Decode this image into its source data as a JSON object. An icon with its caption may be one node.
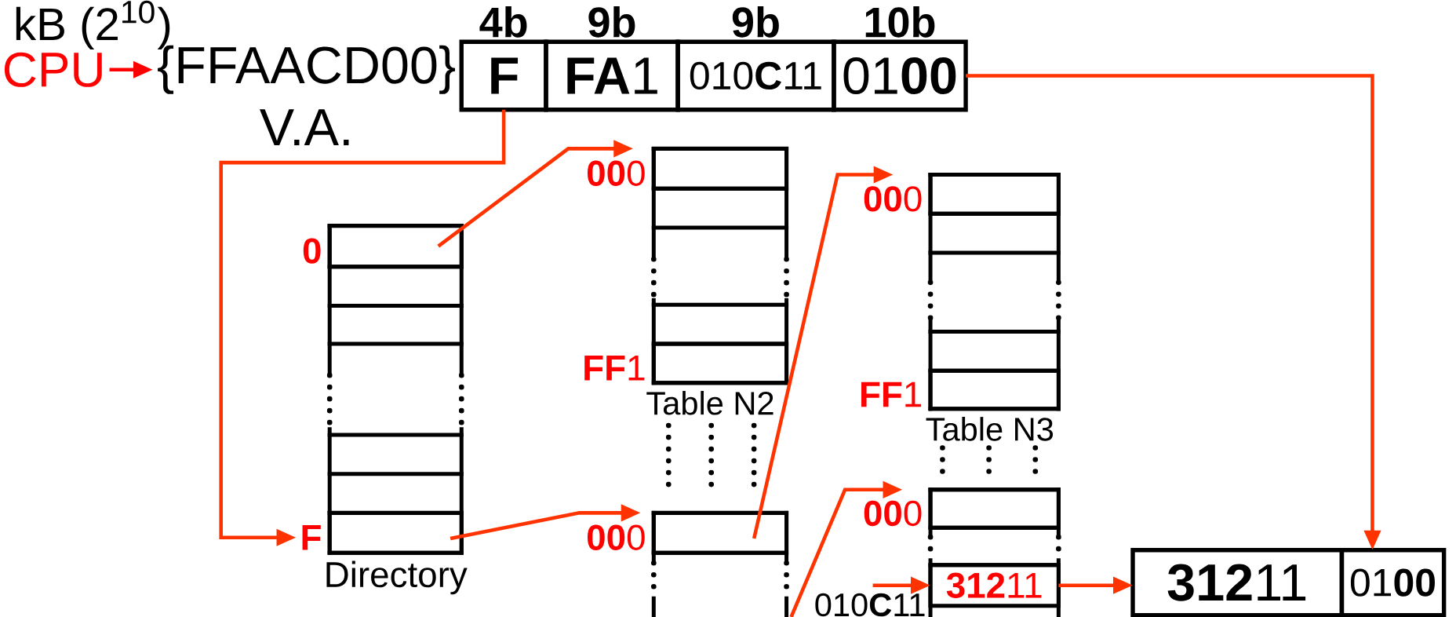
{
  "diagram": {
    "nodes": [
      {
        "text": [
          "CPU"
        ]
      },
      {
        "text": [
          "{FFAACD00}"
        ],
        "beside": [
          "V.A."
        ]
      },
      {
        "text": [
          "4b",
          "F"
        ]
      },
      {
        "text": [
          "9b",
          "**FA**1"
        ]
      },
      {
        "text": [
          "9b",
          "010**C**11"
        ]
      },
      {
        "text": [
          "10b",
          "01**00**"
        ]
      },
      {
        "text": [
          "Directory"
        ]
      },
      {
        "text": [
          "0"
        ],
        "in": 6
      },
      {
        "text": [
          "F"
        ],
        "in": 6
      },
      {
        "text": [
          "Table N2"
        ]
      },
      {
        "text": [
          "**00**0"
        ],
        "in": 9
      },
      {
        "text": [
          "**FF**1"
        ],
        "in": 9
      },
      {
        "text": [],
        "shape": "box"
      },
      {
        "text": [
          "**00**0"
        ],
        "in": 12
      },
      {
        "text": [
          "Table N3"
        ]
      },
      {
        "text": [
          "**00**0"
        ],
        "in": 14
      },
      {
        "text": [
          "**FF**1"
        ],
        "in": 14
      },
      {
        "text": [],
        "shape": "box"
      },
      {
        "text": [
          "**00**0"
        ],
        "in": 17
      },
      {
        "text": [
          "**312**11"
        ],
        "beside": [
          "010**C**11"
        ],
        "in": 17
      },
      {
        "text": [
          "**312**11"
        ]
      },
      {
        "text": [
          "01**00**"
        ]
      }
    ],
    "edges": [
      {
        "from": 0,
        "to": 1,
        "arrow": "to",
        "color": "#ff0000"
      },
      {
        "from": 2,
        "to": 8,
        "arrow": "to"
      },
      {
        "from": 7,
        "to": 10,
        "arrow": "to"
      },
      {
        "from": 8,
        "to": 13,
        "arrow": "to"
      },
      {
        "from": 13,
        "to": 15,
        "arrow": "to"
      },
      {
        "from": 12,
        "to": 18,
        "arrow": "to"
      },
      {
        "from": null,
        "to": 19,
        "arrow": "to"
      },
      {
        "from": 19,
        "to": 20,
        "arrow": "to"
      },
      {
        "from": 5,
        "to": 21,
        "arrow": "to"
      }
    ],
    "labels": [
      "kB (2$^{10}$)"
    ]
  }
}
